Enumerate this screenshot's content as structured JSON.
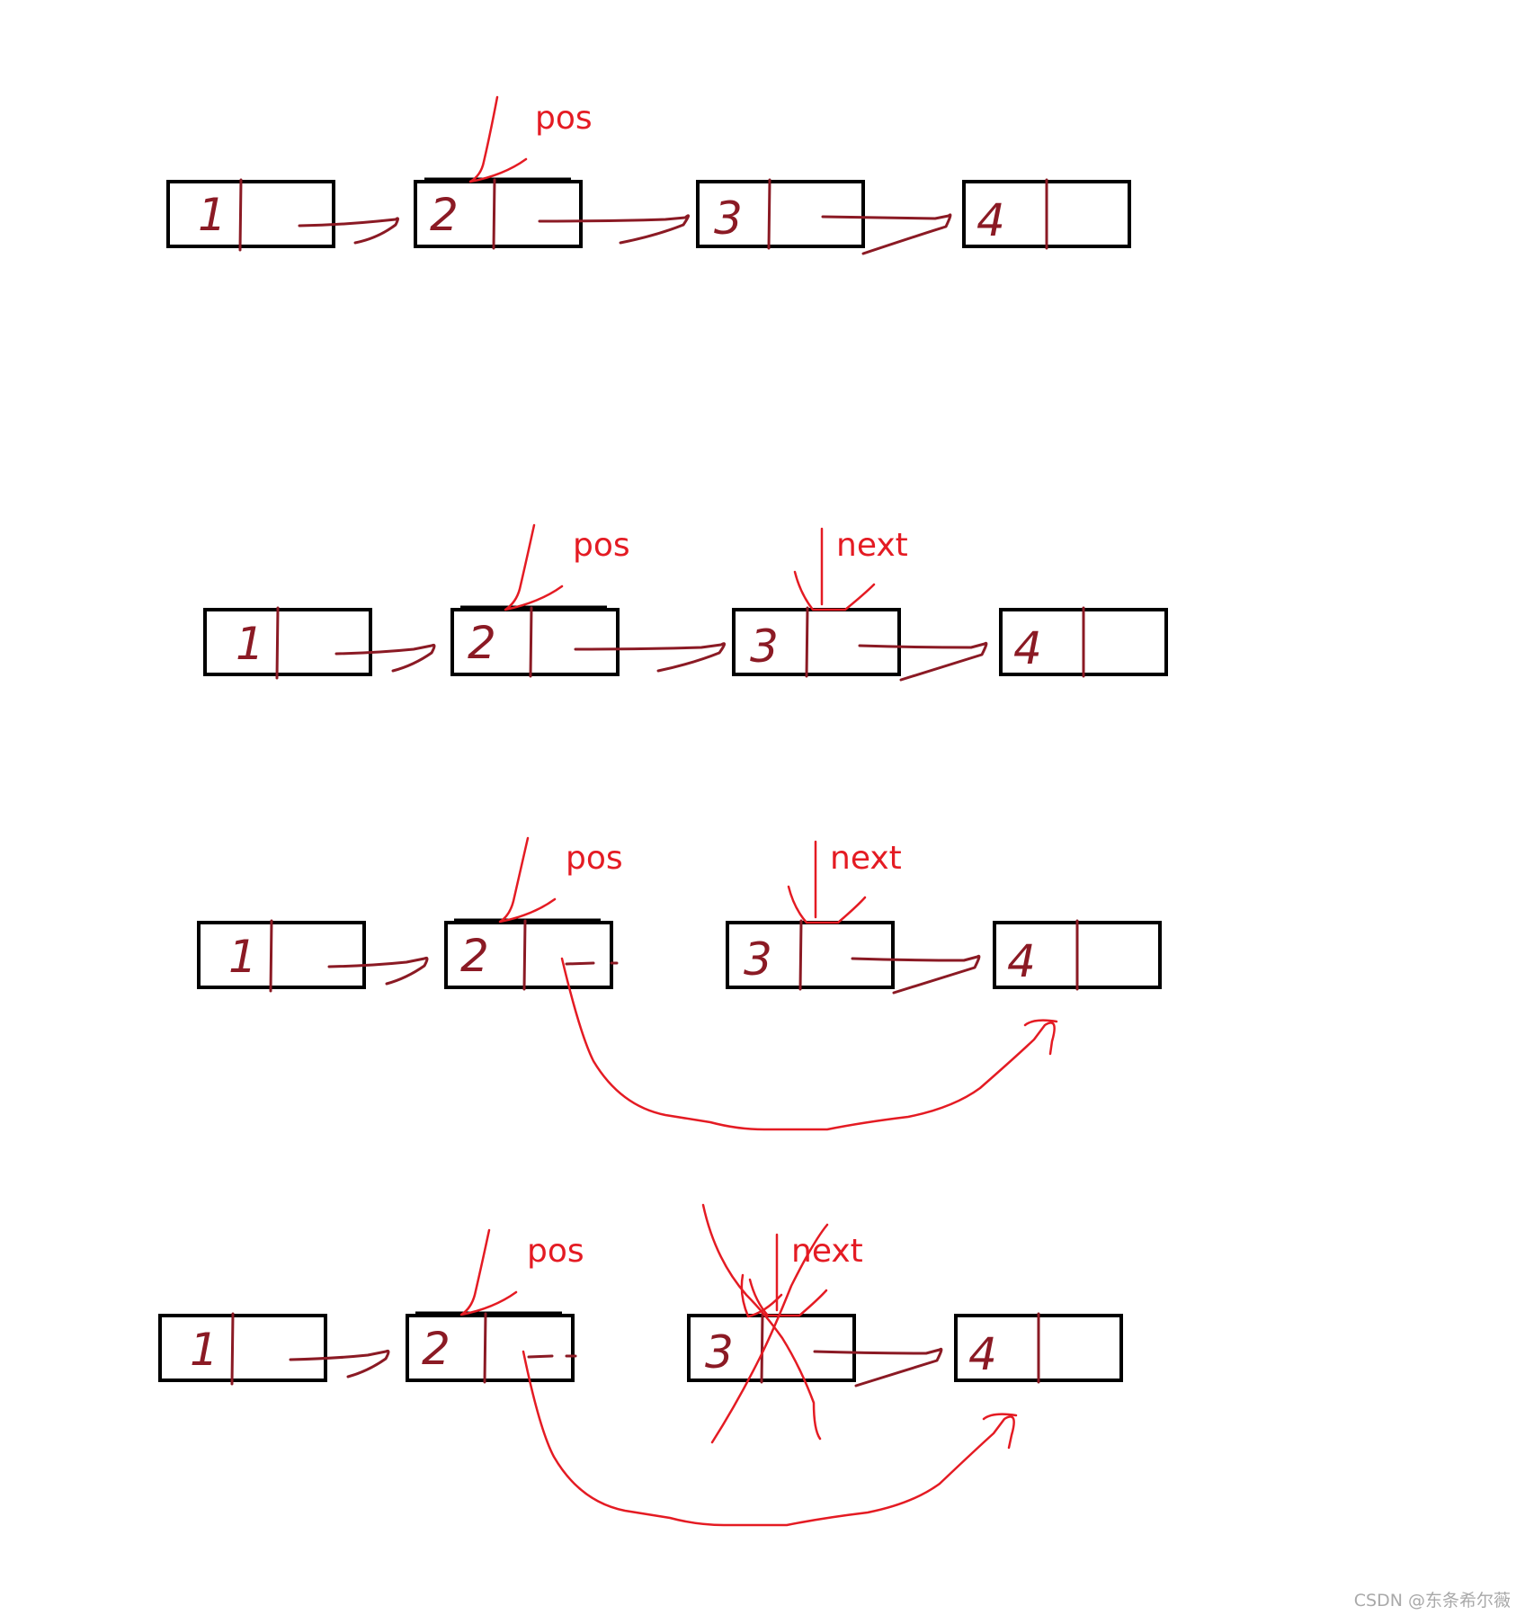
{
  "colors": {
    "box": "#000000",
    "ink": "#8b1a24",
    "annotation": "#e41b23",
    "watermark": "#a9a9a9"
  },
  "rows": [
    {
      "nodes": [
        "1",
        "2",
        "3",
        "4"
      ],
      "labels": {
        "pos": "pos"
      }
    },
    {
      "nodes": [
        "1",
        "2",
        "3",
        "4"
      ],
      "labels": {
        "pos": "pos",
        "next": "next"
      }
    },
    {
      "nodes": [
        "1",
        "2",
        "3",
        "4"
      ],
      "labels": {
        "pos": "pos",
        "next": "next"
      }
    },
    {
      "nodes": [
        "1",
        "2",
        "3",
        "4"
      ],
      "labels": {
        "pos": "pos",
        "next": "next"
      }
    }
  ],
  "watermark": "CSDN @东条希尔薇"
}
